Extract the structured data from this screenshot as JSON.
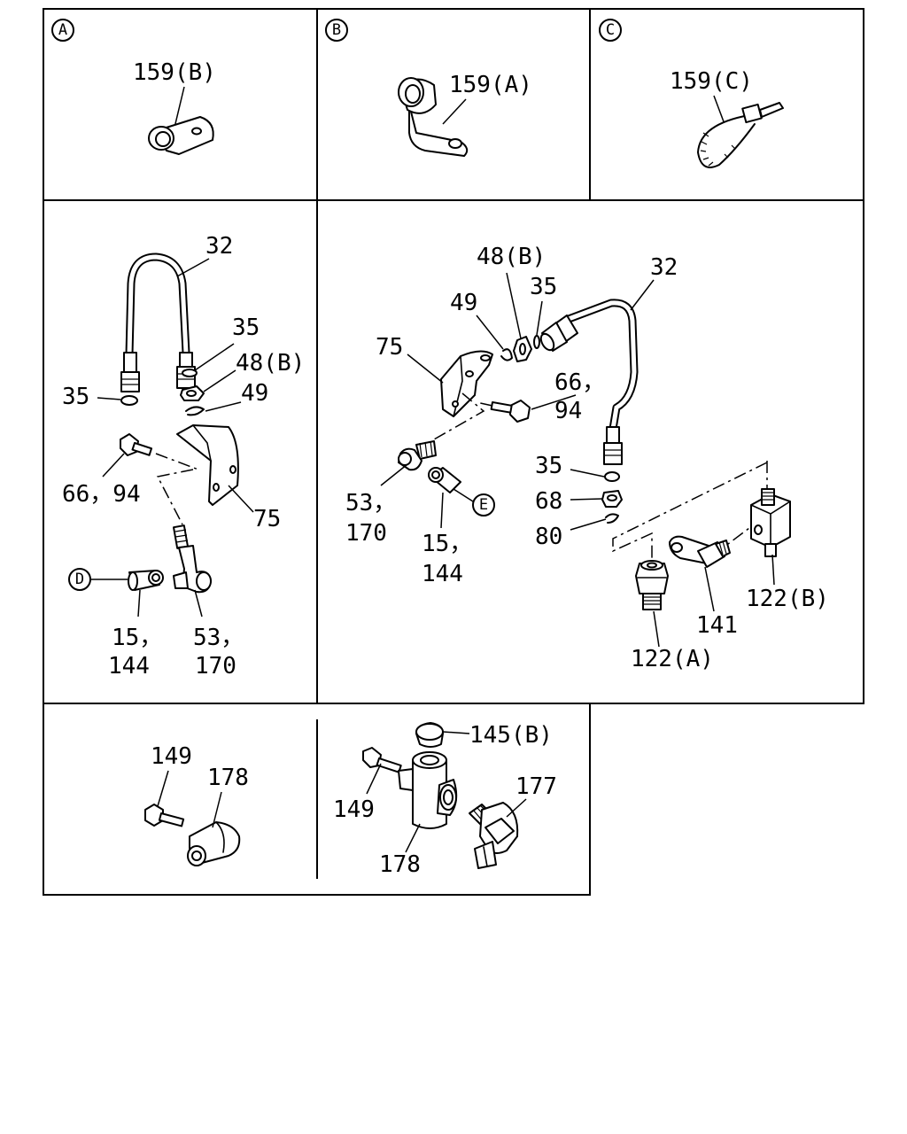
{
  "panels": {
    "a": {
      "marker": "A",
      "labels": [
        "159(B)"
      ]
    },
    "b": {
      "marker": "B",
      "labels": [
        "159(A)"
      ]
    },
    "c": {
      "marker": "C",
      "labels": [
        "159(C)"
      ]
    },
    "left": {
      "labels": [
        "32",
        "35",
        "48(B)",
        "49",
        "35",
        "66，94",
        "75",
        "15，",
        "144",
        "53，",
        "170"
      ],
      "ref_marker": "D"
    },
    "right": {
      "labels": [
        "48(B)",
        "32",
        "49",
        "35",
        "75",
        "66，",
        "94",
        "35",
        "68",
        "80",
        "53，",
        "170",
        "15，",
        "144",
        "122(B)",
        "141",
        "122(A)"
      ],
      "ref_marker": "E"
    },
    "bottom_left": {
      "labels": [
        "149",
        "178"
      ]
    },
    "bottom_right": {
      "labels": [
        "145(B)",
        "177",
        "149",
        "178"
      ]
    }
  }
}
